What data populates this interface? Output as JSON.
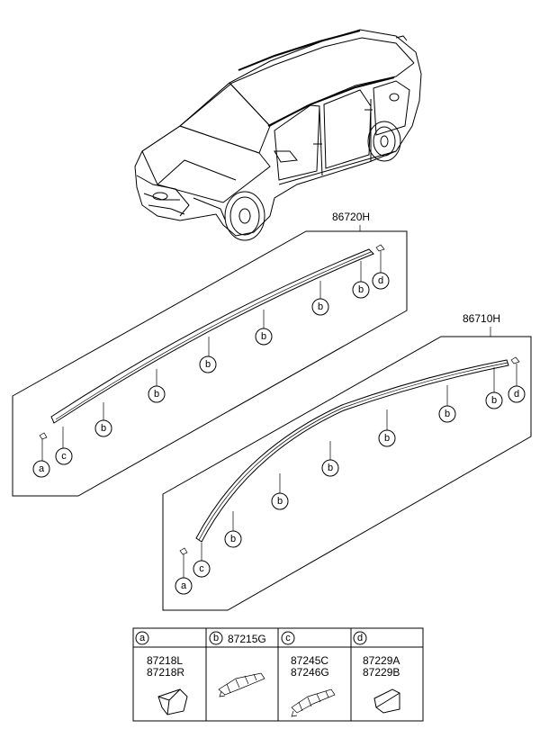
{
  "assemblies": {
    "roof_molding_upper": {
      "part_number": "86720H"
    },
    "roof_molding_lower": {
      "part_number": "86710H"
    }
  },
  "callouts": {
    "a": "a",
    "b": "b",
    "c": "c",
    "d": "d"
  },
  "parts_table": {
    "columns": [
      {
        "key": "a",
        "header_part": "",
        "parts": [
          "87218L",
          "87218R"
        ]
      },
      {
        "key": "b",
        "header_part": "87215G",
        "parts": []
      },
      {
        "key": "c",
        "header_part": "",
        "parts": [
          "87245C",
          "87246G"
        ]
      },
      {
        "key": "d",
        "header_part": "",
        "parts": [
          "87229A",
          "87229B"
        ]
      }
    ]
  },
  "illustration": {
    "vehicle": "sedan-car-icon"
  }
}
